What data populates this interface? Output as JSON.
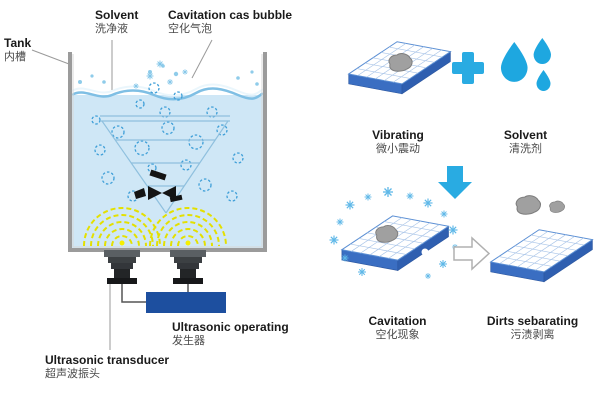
{
  "labels": {
    "tank": {
      "en": "Tank",
      "zh": "内槽"
    },
    "solvent_tank": {
      "en": "Solvent",
      "zh": "洗净液"
    },
    "cavitation_bubble": {
      "en": "Cavitation cas bubble",
      "zh": "空化气泡"
    },
    "ultrasonic_operating": {
      "en": "Ultrasonic operating",
      "zh": "发生器"
    },
    "ultrasonic_transducer": {
      "en": "Ultrasonic transducer",
      "zh": "超声波振头"
    },
    "vibrating": {
      "en": "Vibrating",
      "zh": "微小震动"
    },
    "solvent_right": {
      "en": "Solvent",
      "zh": "清洗剂"
    },
    "cavitation": {
      "en": "Cavitation",
      "zh": "空化现象"
    },
    "dirts_separating": {
      "en": "Dirts sebarating",
      "zh": "污渍剥离"
    }
  },
  "colors": {
    "accent_blue": "#29abe2",
    "tile_blue": "#3a6ec2",
    "water": "#cfe7f6",
    "wave_yellow": "#e4e000",
    "generator_box": "#1d4f9f",
    "dirt_grey": "#a0a0a0"
  }
}
